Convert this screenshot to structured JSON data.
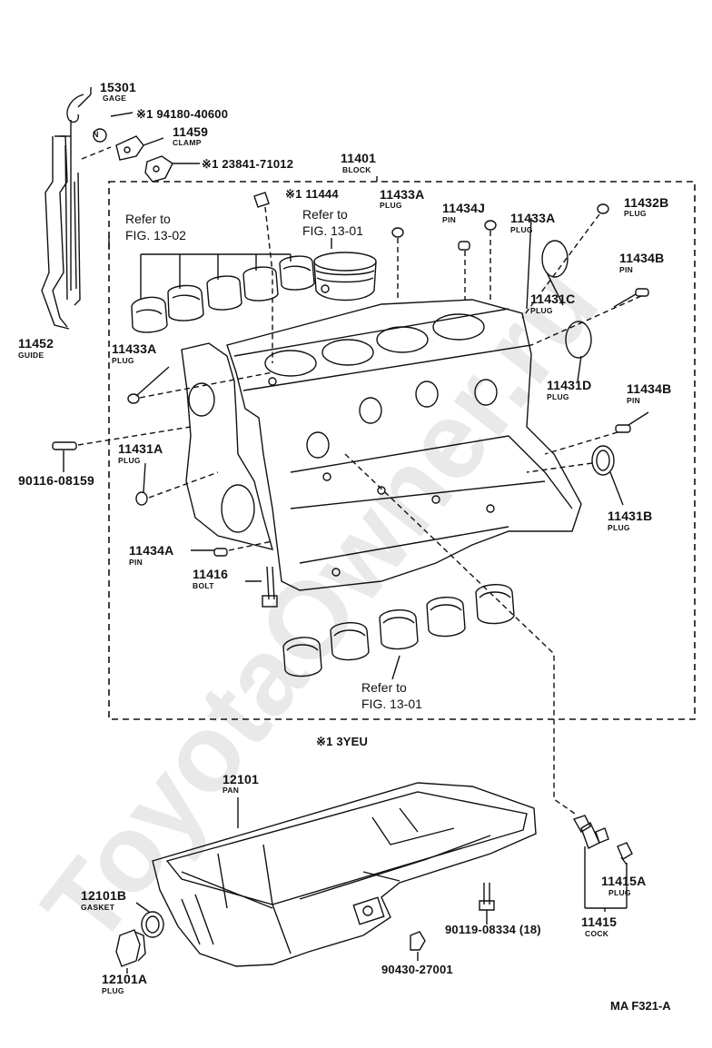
{
  "watermark": "ToyotaOwner.ru",
  "parts": {
    "p15301": {
      "num": "15301",
      "name": "GAGE"
    },
    "p94180": {
      "num": "※1 94180-40600"
    },
    "p11459": {
      "num": "11459",
      "name": "CLAMP"
    },
    "p23841": {
      "num": "※1 23841-71012"
    },
    "p11401": {
      "num": "11401",
      "name": "BLOCK"
    },
    "p11444": {
      "num": "※1 11444"
    },
    "p11433A_top": {
      "num": "11433A",
      "name": "PLUG"
    },
    "p11434J": {
      "num": "11434J",
      "name": "PIN"
    },
    "p11433A_right": {
      "num": "11433A",
      "name": "PLUG"
    },
    "p11432B": {
      "num": "11432B",
      "name": "PLUG"
    },
    "p11434B_top": {
      "num": "11434B",
      "name": "PIN"
    },
    "p11431C": {
      "num": "11431C",
      "name": "PLUG"
    },
    "p11452": {
      "num": "11452",
      "name": "GUIDE"
    },
    "p11433A_left": {
      "num": "11433A",
      "name": "PLUG"
    },
    "p11431D": {
      "num": "11431D",
      "name": "PLUG"
    },
    "p11434B_mid": {
      "num": "11434B",
      "name": "PIN"
    },
    "p90116": {
      "num": "90116-08159"
    },
    "p11431A": {
      "num": "11431A",
      "name": "PLUG"
    },
    "p11431B": {
      "num": "11431B",
      "name": "PLUG"
    },
    "p11434A": {
      "num": "11434A",
      "name": "PIN"
    },
    "p11416": {
      "num": "11416",
      "name": "BOLT"
    },
    "p12101": {
      "num": "12101",
      "name": "PAN"
    },
    "p12101B": {
      "num": "12101B",
      "name": "GASKET"
    },
    "p12101A": {
      "num": "12101A",
      "name": "PLUG"
    },
    "p90119": {
      "num": "90119-08334 (18)"
    },
    "p90430": {
      "num": "90430-27001"
    },
    "p11415A": {
      "num": "11415A",
      "name": "PLUG"
    },
    "p11415": {
      "num": "11415",
      "name": "COCK"
    }
  },
  "refs": {
    "fig1302": {
      "line1": "Refer to",
      "line2": "FIG. 13-02"
    },
    "fig1301_top": {
      "line1": "Refer to",
      "line2": "FIG. 13-01"
    },
    "fig1301_bot": {
      "line1": "Refer to",
      "line2": "FIG. 13-01"
    }
  },
  "note": "※1 3YEU",
  "code": "MA F321-A",
  "symbol_n": "N"
}
